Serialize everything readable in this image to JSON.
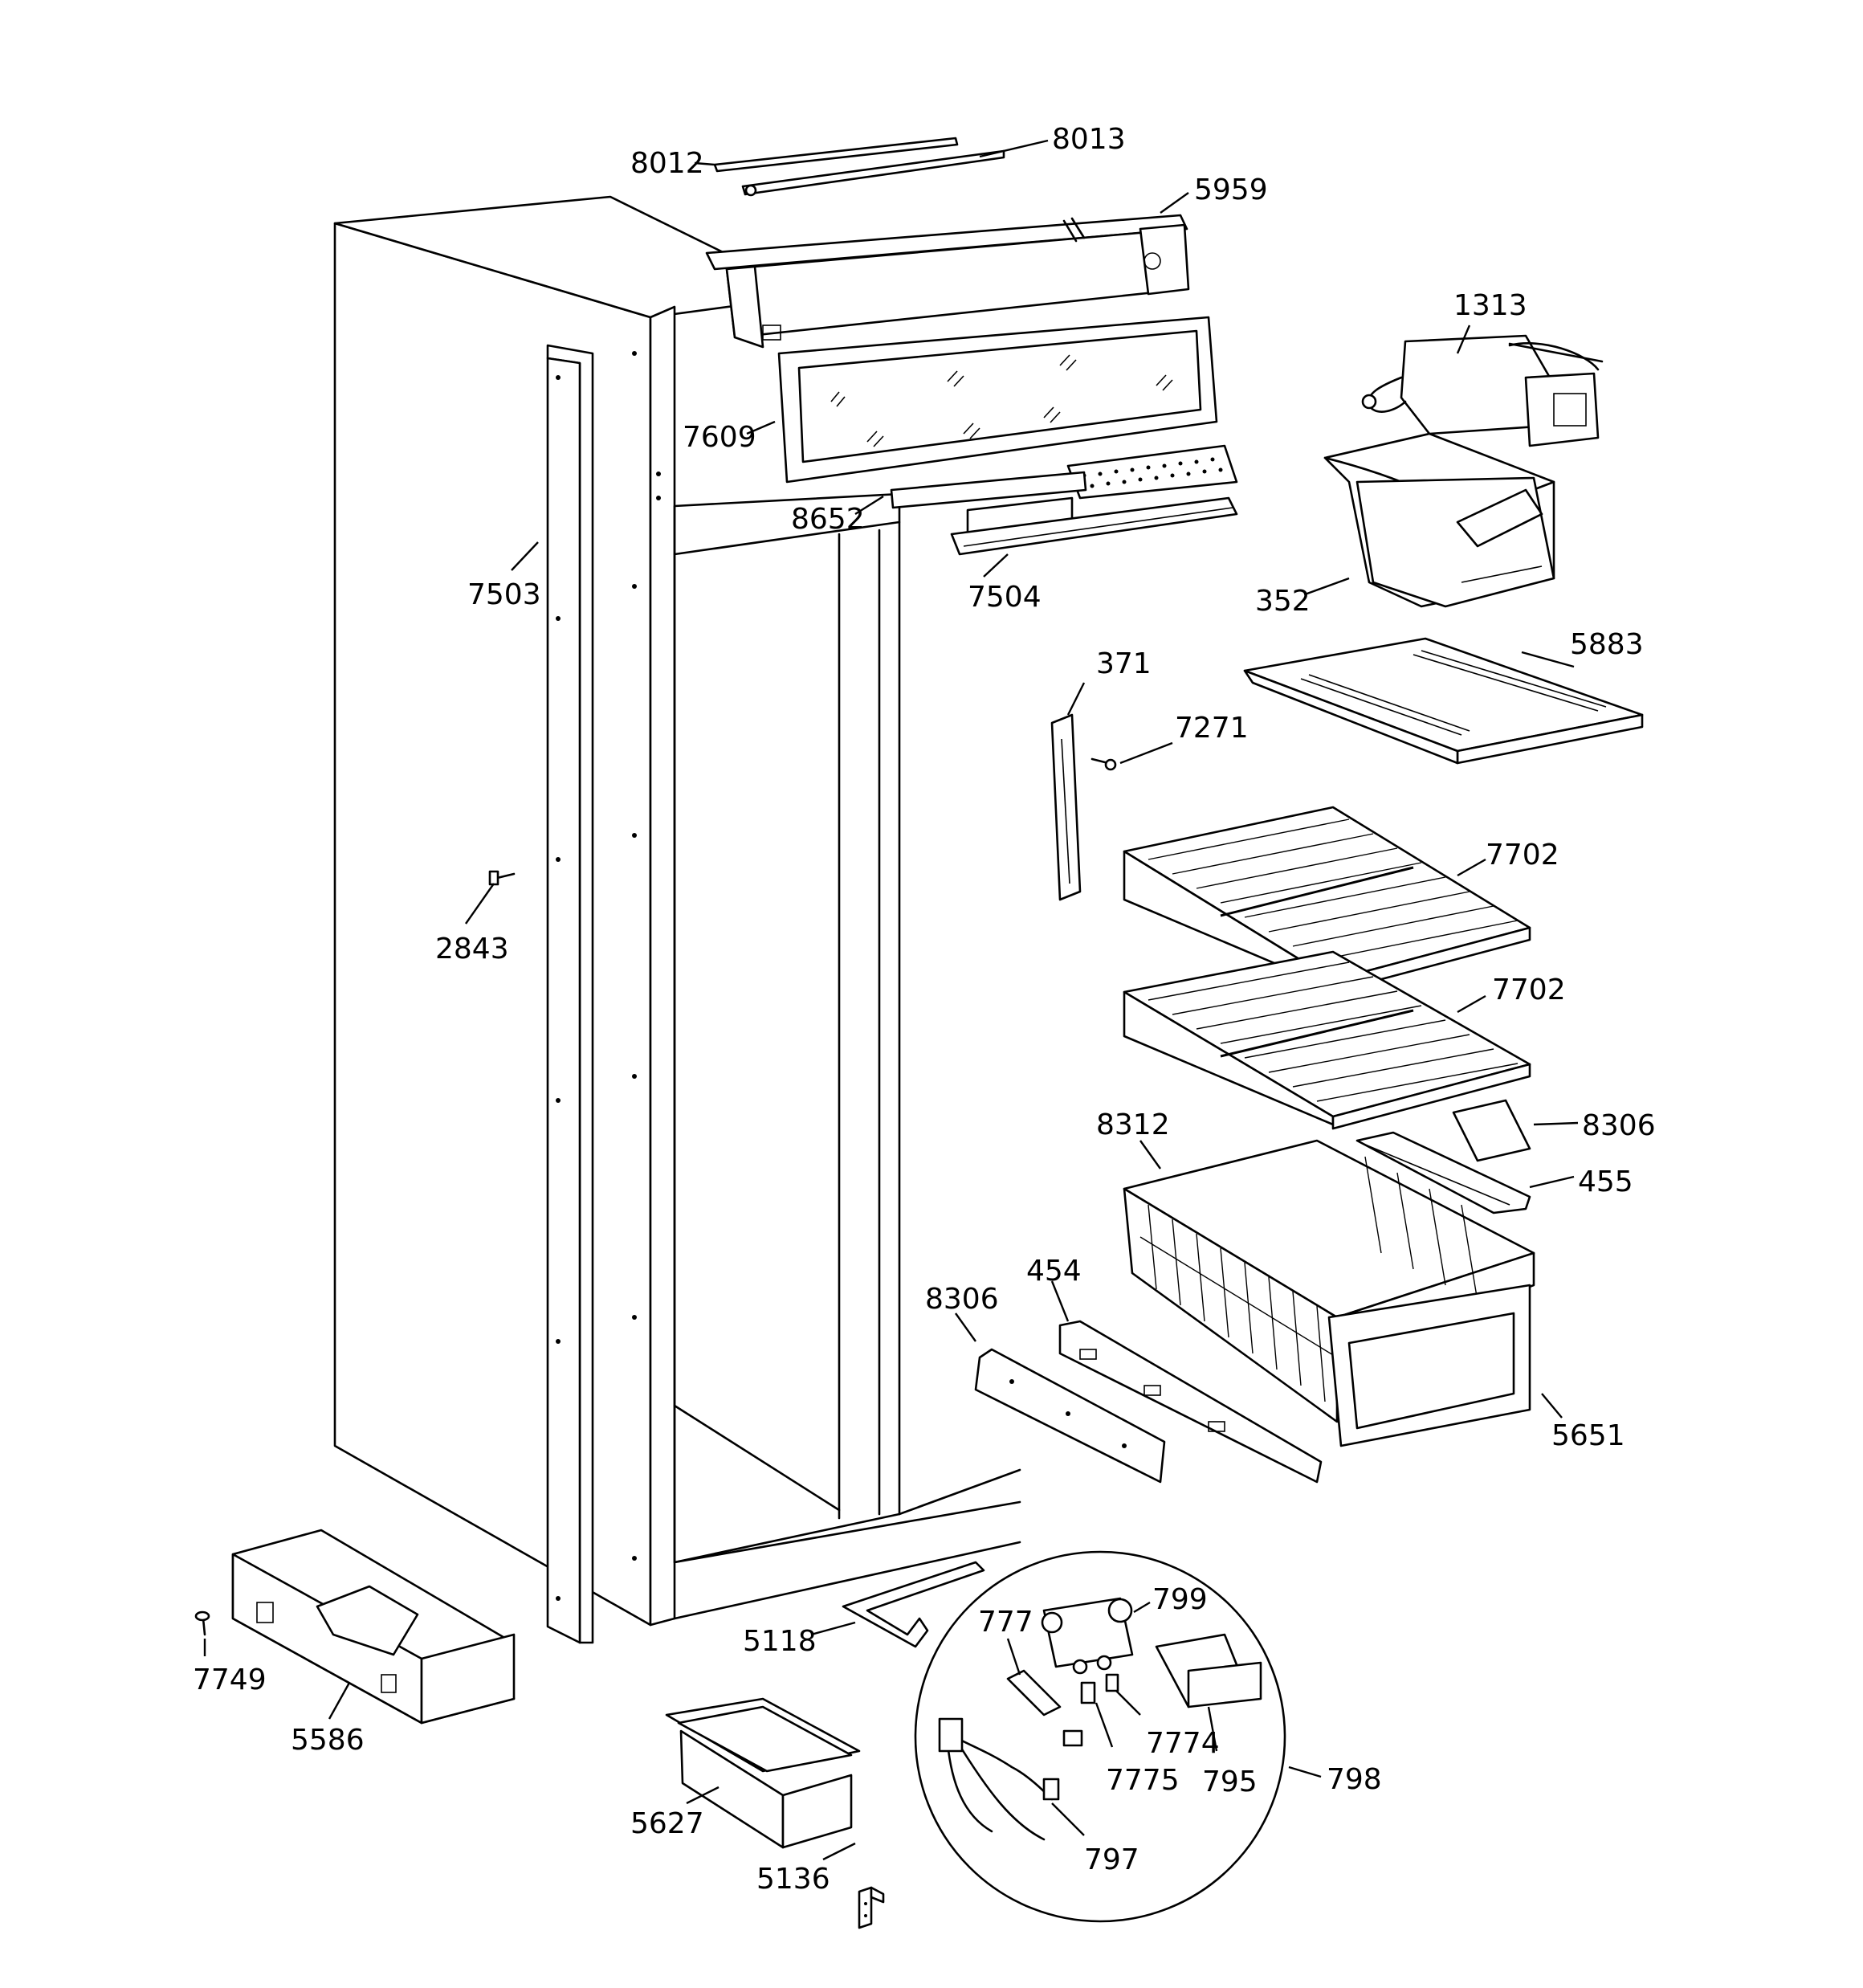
{
  "part_labels": {
    "p8012": "8012",
    "p8013": "8013",
    "p5959": "5959",
    "p1313": "1313",
    "p7609": "7609",
    "p8652": "8652",
    "p7503": "7503",
    "p7504": "7504",
    "p352": "352",
    "p5883": "5883",
    "p371": "371",
    "p7271": "7271",
    "p7702a": "7702",
    "p2843": "2843",
    "p7702b": "7702",
    "p8306a": "8306",
    "p8312": "8312",
    "p455": "455",
    "p454": "454",
    "p8306b": "8306",
    "p5651": "5651",
    "p799": "799",
    "p777": "777",
    "p5118": "5118",
    "p7749": "7749",
    "p7774": "7774",
    "p5586": "5586",
    "p798": "798",
    "p7775": "7775",
    "p795": "795",
    "p5627": "5627",
    "p797": "797",
    "p5136": "5136"
  }
}
